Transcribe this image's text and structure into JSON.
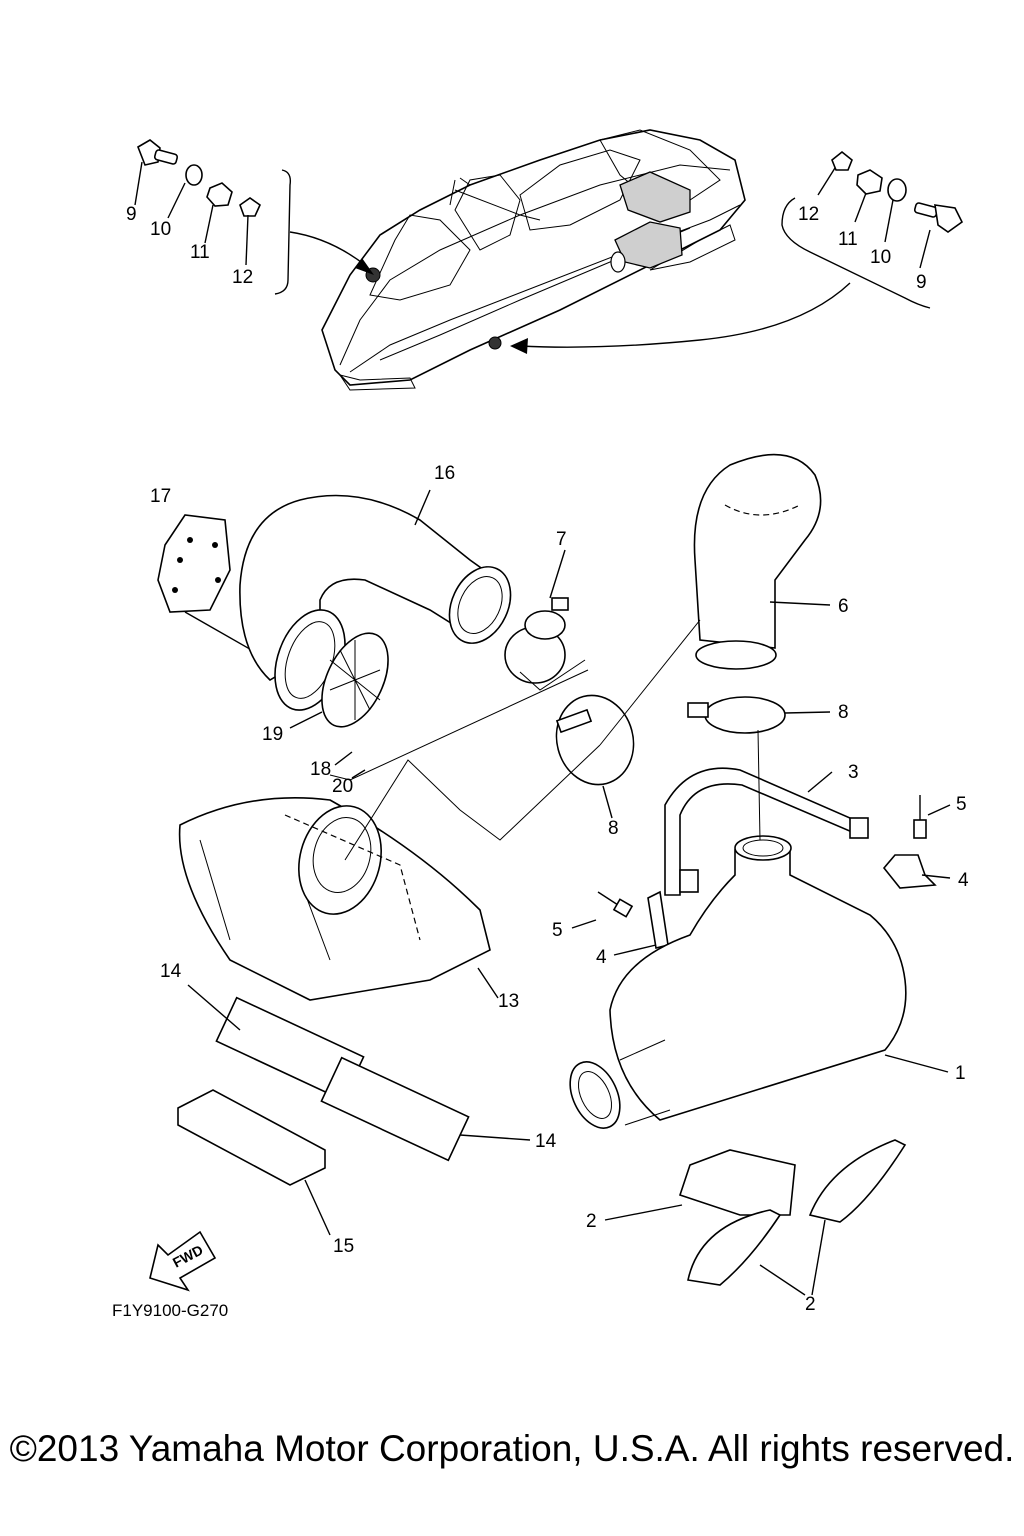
{
  "diagram": {
    "code": "F1Y9100-G270",
    "fwd_label": "FWD",
    "callouts": {
      "c9a": "9",
      "c10a": "10",
      "c11a": "11",
      "c12a": "12",
      "c12b": "12",
      "c11b": "11",
      "c10b": "10",
      "c9b": "9",
      "c16": "16",
      "c17": "17",
      "c7": "7",
      "c6": "6",
      "c8a": "8",
      "c19": "19",
      "c18": "18",
      "c20": "20",
      "c8b": "8",
      "c3": "3",
      "c5a": "5",
      "c4a": "4",
      "c5b": "5",
      "c4b": "4",
      "c14a": "14",
      "c13": "13",
      "c1": "1",
      "c14b": "14",
      "c15": "15",
      "c2a": "2",
      "c2b": "2"
    }
  },
  "footer": {
    "copyright": "©2013 Yamaha Motor Corporation, U.S.A. All rights reserved."
  }
}
